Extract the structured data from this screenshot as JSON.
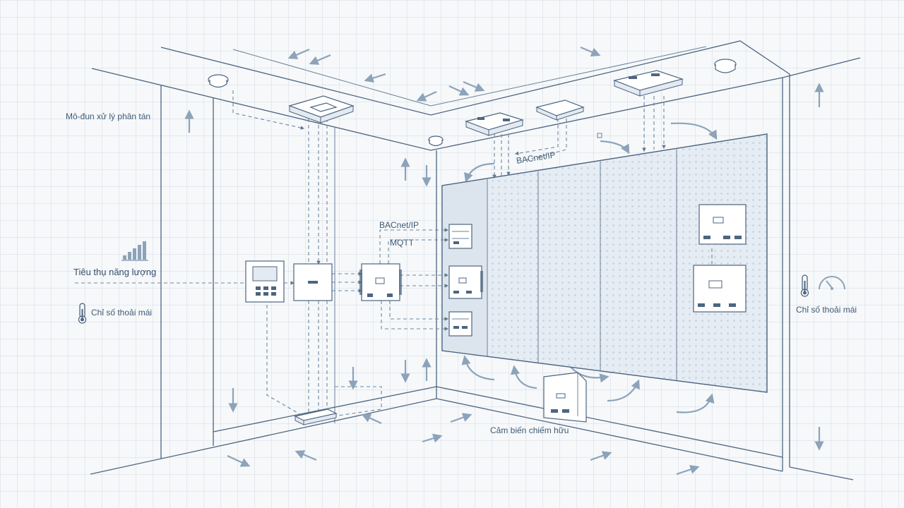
{
  "labels": {
    "distributed_module": "Mô-đun xử lý phân tán",
    "energy_consumption": "Tiêu thụ năng lượng",
    "comfort_index_left": "Chỉ số thoải mái",
    "comfort_index_right": "Chỉ số thoải mái",
    "bacnet_top": "BACnet/IP",
    "bacnet_mid": "BACnet/IP",
    "mqtt": "MQTT",
    "occupancy_sensor": "Cảm biến chiếm hữu"
  },
  "icons": {
    "bar_chart": "bar-chart-icon",
    "thermometer": "thermometer-icon",
    "gauge": "gauge-icon",
    "smoke_detector": "smoke-detector-icon"
  },
  "colors": {
    "line": "#4d6580",
    "arrow": "#8ca3b9",
    "panel": "#e5ecf3",
    "text": "#3f5a74"
  }
}
